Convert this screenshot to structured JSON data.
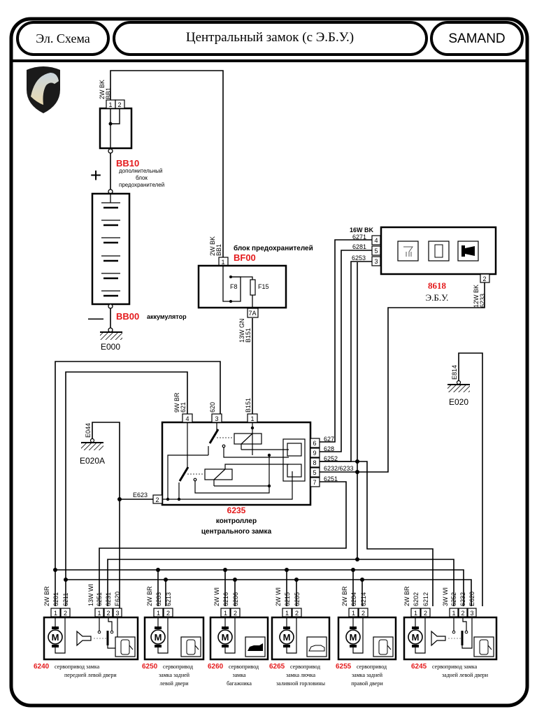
{
  "header": {
    "left_label": "Эл. Схема",
    "title": "Центральный замок (с Э.Б.У.)",
    "brand": "SAMAND"
  },
  "colors": {
    "line": "#000000",
    "code_red": "#e41a1c",
    "background": "#ffffff"
  },
  "logo": {
    "icon": "horse-head-shield-icon"
  },
  "aux_fuse_block": {
    "code": "BB10",
    "desc_lines": [
      "дополнительный",
      "блок",
      "предохранителей"
    ],
    "wire_label": [
      "2W BK",
      "BB1"
    ],
    "pins": [
      "1",
      "2"
    ]
  },
  "battery": {
    "code": "BB00",
    "desc": "аккумулятор",
    "plus": "+",
    "minus": "—",
    "ground": "E000"
  },
  "fuse_block": {
    "code": "BF00",
    "desc": "блок предохранителей",
    "wire_in": [
      "2W BK",
      "BB1"
    ],
    "pin_in": "1",
    "fuses": [
      "F8",
      "F15"
    ],
    "pin_out": "7A",
    "wire_out": [
      "13W GN",
      "B151"
    ]
  },
  "ecu": {
    "code": "8618",
    "desc": "Э.Б.У.",
    "connector_label": "16W BK",
    "pins": [
      {
        "pin": "4",
        "wire": "6271"
      },
      {
        "pin": "5",
        "wire": "6281"
      },
      {
        "pin": "3",
        "wire": "6253"
      }
    ],
    "pin2": {
      "pin": "2",
      "wire": [
        "12W BK",
        "6233"
      ]
    },
    "icons": [
      "antenna-receiver-icon",
      "chip-icon",
      "horn-icon"
    ]
  },
  "grounds": [
    {
      "wire": "E814",
      "name": "E020"
    },
    {
      "wire": "E044",
      "name": "E020A"
    }
  ],
  "controller": {
    "code": "6235",
    "desc_lines": [
      "контроллер",
      "центрального замка"
    ],
    "top_pins": [
      {
        "pin": "4",
        "wire": [
          "9W BR",
          "621"
        ]
      },
      {
        "pin": "3",
        "wire": [
          "620"
        ]
      },
      {
        "pin": "1",
        "wire": [
          "B151"
        ]
      }
    ],
    "left_pin": {
      "pin": "2",
      "wire": "E623"
    },
    "right_pins": [
      {
        "pin": "6",
        "wire": "627"
      },
      {
        "pin": "9",
        "wire": "628"
      },
      {
        "pin": "8",
        "wire": "6252"
      },
      {
        "pin": "5",
        "wire": "6232/6233"
      },
      {
        "pin": "7",
        "wire": "6251"
      }
    ]
  },
  "actuators": [
    {
      "code": "6240",
      "desc_lines": [
        "сервопривод замка",
        "передней левой двери"
      ],
      "motor_conn": {
        "label": "2W BR",
        "wires": [
          "6201",
          "6211"
        ],
        "pins": [
          "1",
          "2"
        ]
      },
      "switch_conn": {
        "label": "13W WI",
        "wires": [
          "6251",
          "6231",
          "E620"
        ],
        "pins": [
          "1",
          "2",
          "3"
        ]
      },
      "icon": "car-front-left-door-icon"
    },
    {
      "code": "6250",
      "desc_lines": [
        "сервопривод",
        "замка задней",
        "левой двери"
      ],
      "motor_conn": {
        "label": "2W BR",
        "wires": [
          "6203",
          "6213"
        ],
        "pins": [
          "1",
          "2"
        ]
      },
      "icon": "car-rear-left-door-icon"
    },
    {
      "code": "6260",
      "desc_lines": [
        "сервопривод",
        "замка",
        "багажника"
      ],
      "motor_conn": {
        "label": "2W WI",
        "wires": [
          "6216",
          "6206"
        ],
        "pins": [
          "1",
          "2"
        ]
      },
      "icon": "car-trunk-icon"
    },
    {
      "code": "6265",
      "desc_lines": [
        "сервопривод",
        "замка лючка",
        "заливной горловины"
      ],
      "motor_conn": {
        "label": "2W WI",
        "wires": [
          "6215",
          "6205"
        ],
        "pins": [
          "1",
          "2"
        ]
      },
      "icon": "car-fuel-flap-icon"
    },
    {
      "code": "6255",
      "desc_lines": [
        "сервопривод",
        "замка задней",
        "правой двери"
      ],
      "motor_conn": {
        "label": "2W BR",
        "wires": [
          "6204",
          "6214"
        ],
        "pins": [
          "1",
          "2"
        ]
      },
      "icon": "car-rear-right-door-icon"
    },
    {
      "code": "6245",
      "desc_lines": [
        "сервопривод замка",
        "задней левой двери"
      ],
      "motor_conn": {
        "label": "2W BR",
        "wires": [
          "6202",
          "6212"
        ],
        "pins": [
          "1",
          "2"
        ]
      },
      "switch_conn": {
        "label": "3W WI",
        "wires": [
          "6252",
          "6232",
          "E620"
        ],
        "pins": [
          "1",
          "2",
          "3"
        ]
      },
      "icon": "car-front-right-door-icon"
    }
  ],
  "motor_symbol": "M"
}
